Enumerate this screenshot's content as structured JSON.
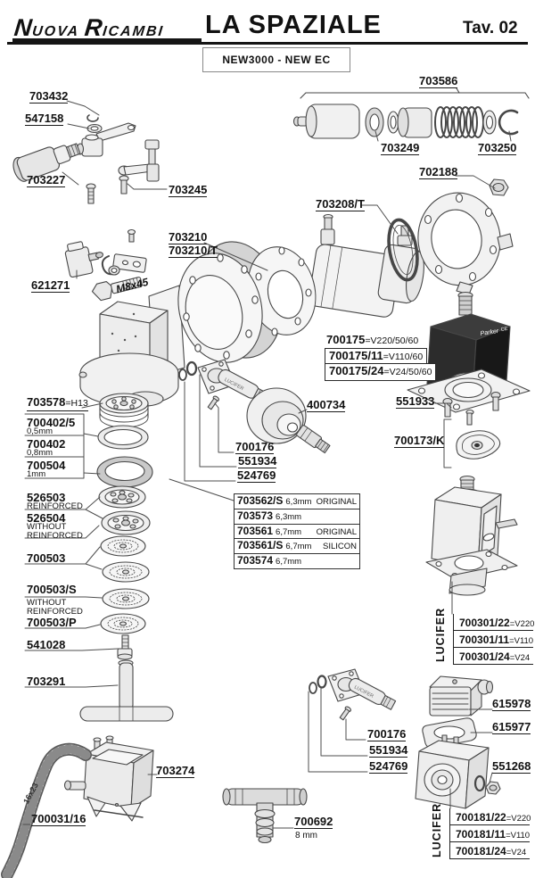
{
  "header": {
    "logo_n1": "N",
    "logo_rest1": "UOVA",
    "logo_n2": "R",
    "logo_rest2": "ICAMBI",
    "title": "LA SPAZIALE",
    "tav": "Tav. 02",
    "model": "NEW3000 - NEW EC"
  },
  "brands": {
    "coil": "Parker",
    "ce": "CE",
    "valve_stem": "LUCIFER"
  },
  "parts": {
    "p703432": {
      "num": "703432"
    },
    "p547158": {
      "num": "547158"
    },
    "p703227": {
      "num": "703227"
    },
    "p703245": {
      "num": "703245"
    },
    "p703586": {
      "num": "703586"
    },
    "p703249": {
      "num": "703249"
    },
    "p703250": {
      "num": "703250"
    },
    "p702188": {
      "num": "702188"
    },
    "p703208T": {
      "num": "703208/T"
    },
    "p703210": {
      "num": "703210"
    },
    "p703210T": {
      "num": "703210/T"
    },
    "p621271": {
      "num": "621271"
    },
    "bolt_m8": {
      "num": "M8x45"
    },
    "p700175": {
      "num": "700175",
      "suffix": "=V220/50/60"
    },
    "p700175_11": {
      "num": "700175/11",
      "suffix": "=V110/60"
    },
    "p700175_24": {
      "num": "700175/24",
      "suffix": "=V24/50/60"
    },
    "p551933": {
      "num": "551933"
    },
    "p700173K": {
      "num": "700173/K"
    },
    "p703578": {
      "num": "703578",
      "suffix": "=H13"
    },
    "p700402_5": {
      "num": "700402/5",
      "note": "0,5mm"
    },
    "p700402": {
      "num": "700402",
      "note": "0,8mm"
    },
    "p700504": {
      "num": "700504",
      "note": "1mm"
    },
    "p526503": {
      "num": "526503",
      "note": "REINFORCED"
    },
    "p526504": {
      "num": "526504",
      "note": "WITHOUT\nREINFORCED"
    },
    "p700503": {
      "num": "700503"
    },
    "p700503S": {
      "num": "700503/S",
      "note": "WITHOUT\nREINFORCED"
    },
    "p700503P": {
      "num": "700503/P"
    },
    "p541028": {
      "num": "541028"
    },
    "p703291": {
      "num": "703291"
    },
    "p400734": {
      "num": "400734"
    },
    "p700176a": {
      "num": "700176"
    },
    "p551934a": {
      "num": "551934"
    },
    "p524769a": {
      "num": "524769"
    },
    "p700176b": {
      "num": "700176"
    },
    "p551934b": {
      "num": "551934"
    },
    "p524769b": {
      "num": "524769"
    },
    "p615978": {
      "num": "615978"
    },
    "p615977": {
      "num": "615977"
    },
    "p551268": {
      "num": "551268"
    },
    "p703274": {
      "num": "703274"
    },
    "p700031_16": {
      "num": "700031/16"
    },
    "hose_size": "16x23",
    "p700692": {
      "num": "700692",
      "note": "8 mm"
    }
  },
  "gasket_table": {
    "rows": [
      {
        "num": "703562/S",
        "size": "6,3mm",
        "variant": "ORIGINAL"
      },
      {
        "num": "703573",
        "size": "6,3mm",
        "variant": ""
      },
      {
        "num": "703561",
        "size": "6,7mm",
        "variant": "ORIGINAL"
      },
      {
        "num": "703561/S",
        "size": "6,7mm",
        "variant": "SILICON"
      },
      {
        "num": "703574",
        "size": "6,7mm",
        "variant": ""
      }
    ]
  },
  "lucifer_block1": {
    "brand": "LUCIFER",
    "rows": [
      {
        "num": "700301/22",
        "suffix": "=V220"
      },
      {
        "num": "700301/11",
        "suffix": "=V110"
      },
      {
        "num": "700301/24",
        "suffix": "=V24"
      }
    ]
  },
  "lucifer_block2": {
    "brand": "LUCIFER",
    "rows": [
      {
        "num": "700181/22",
        "suffix": "=V220"
      },
      {
        "num": "700181/11",
        "suffix": "=V110"
      },
      {
        "num": "700181/24",
        "suffix": "=V24"
      }
    ]
  }
}
